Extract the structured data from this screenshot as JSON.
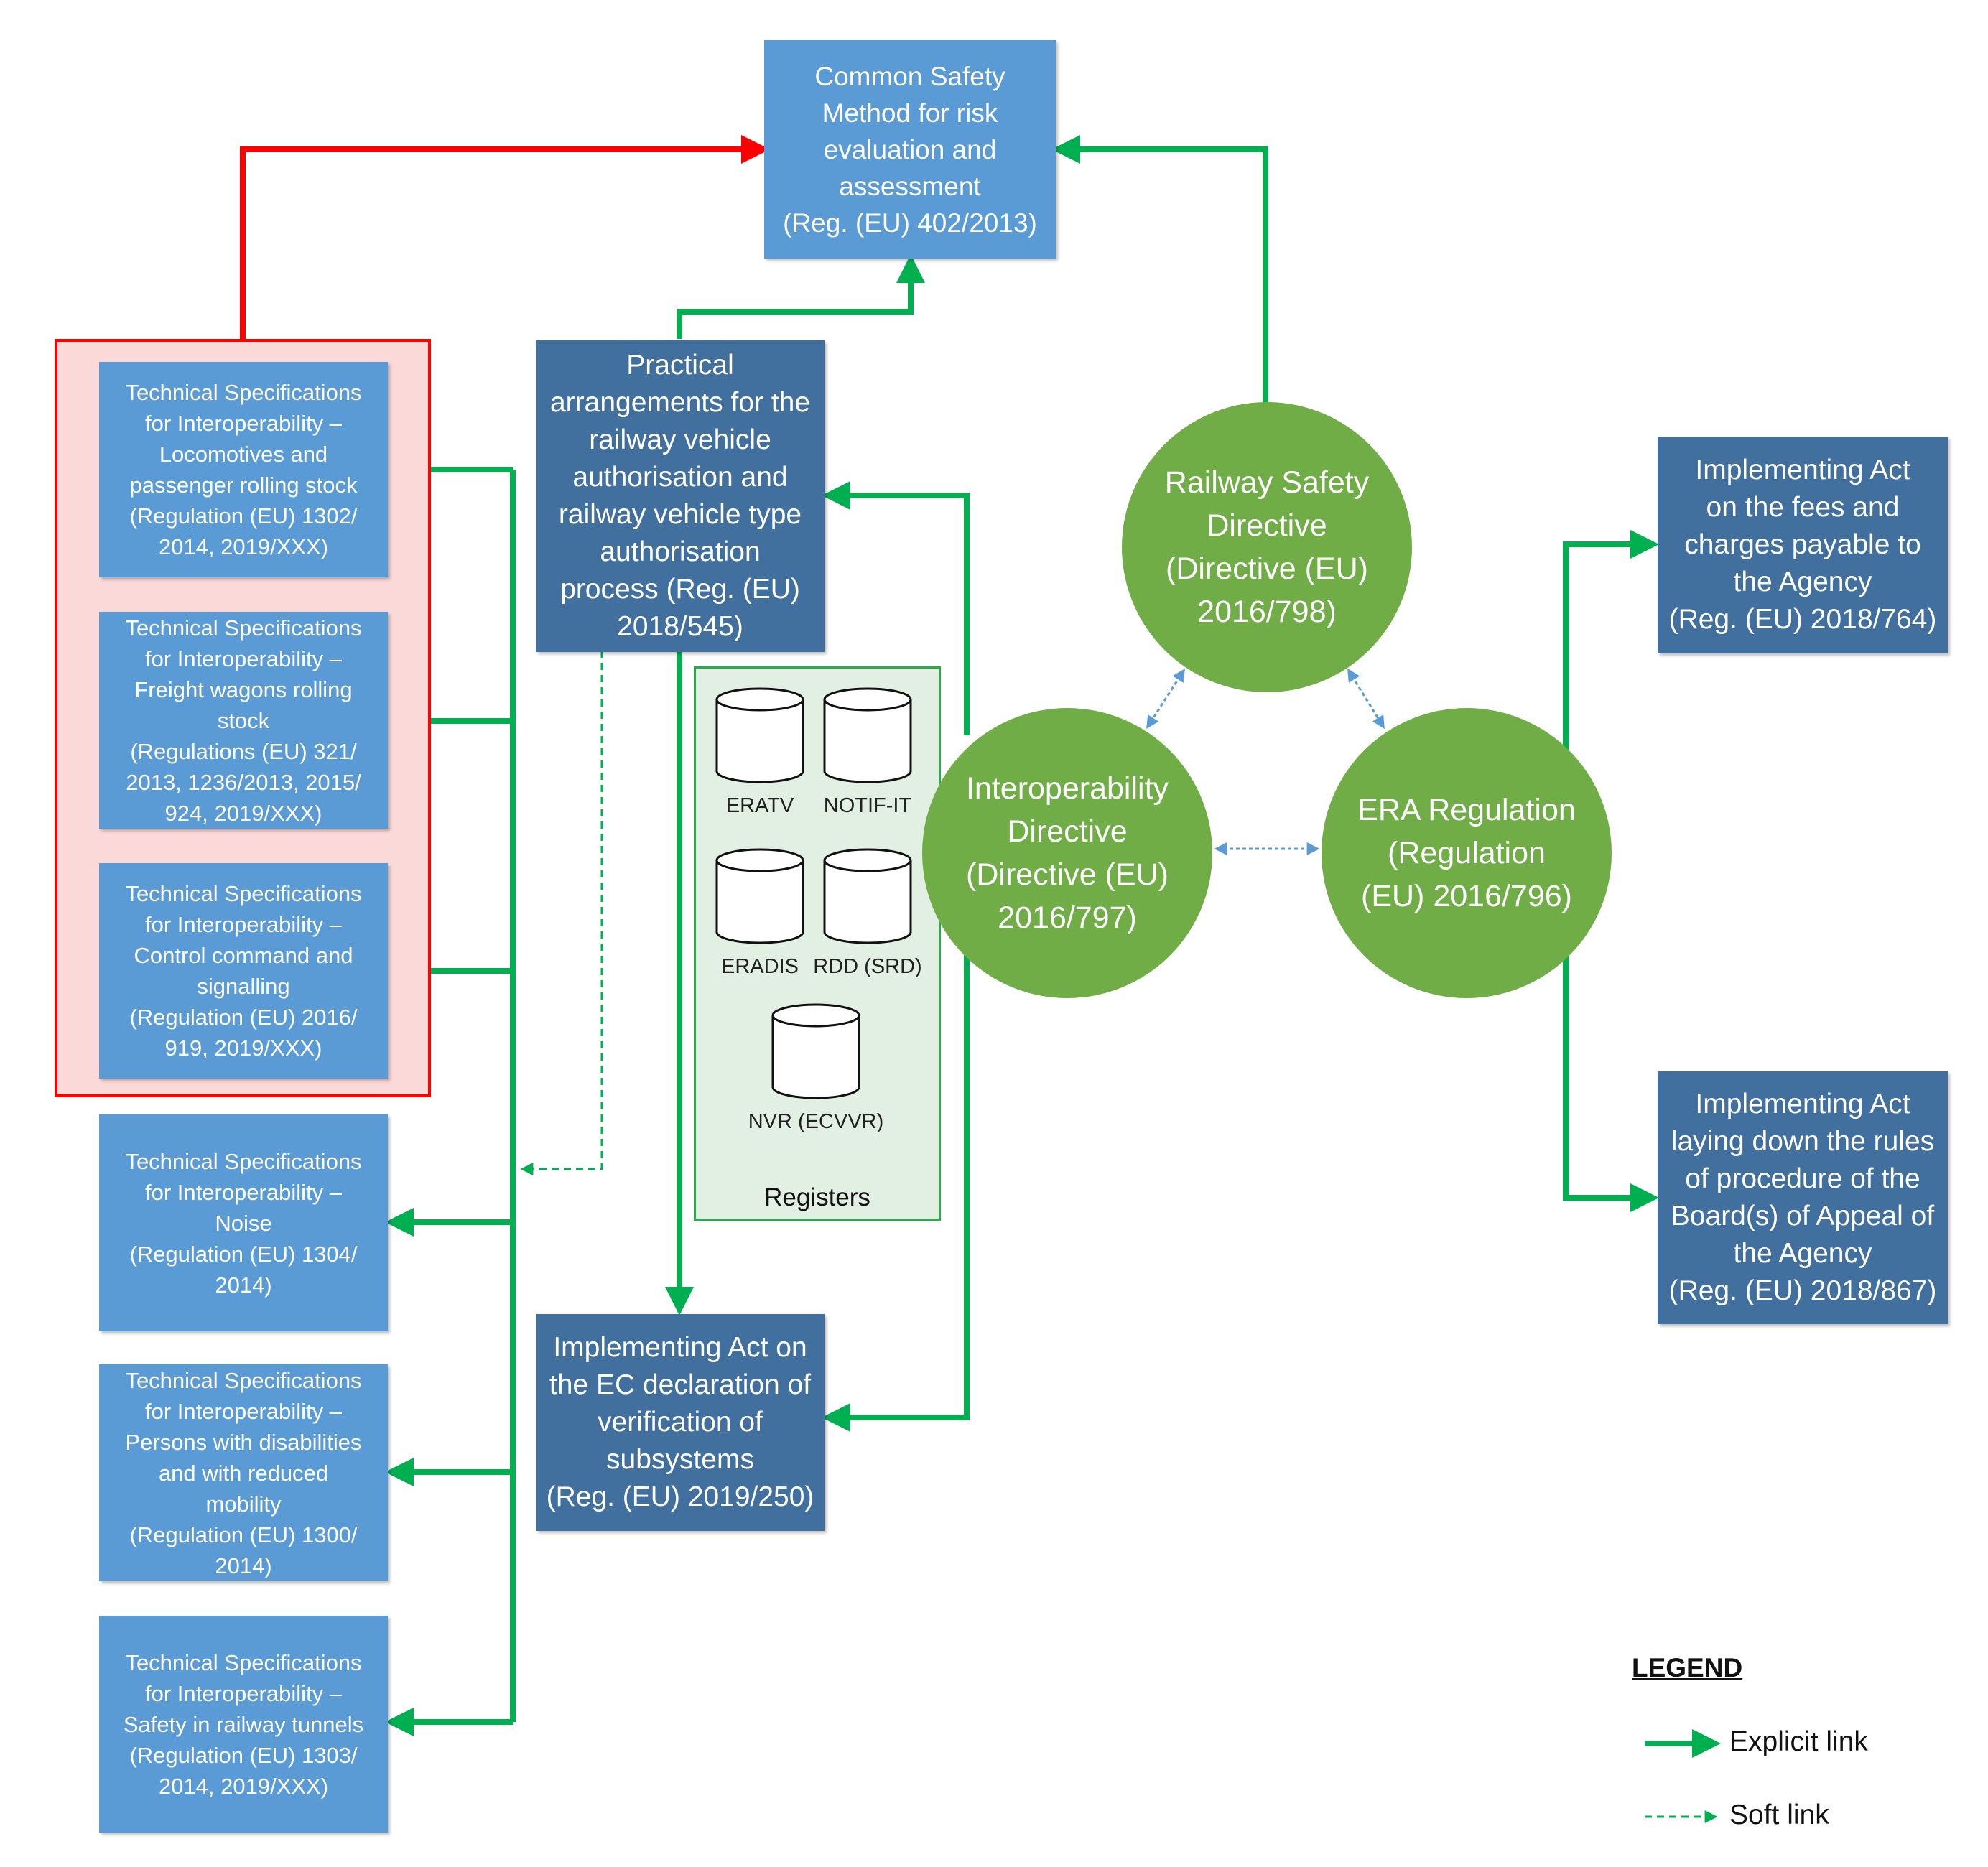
{
  "top": {
    "csm": "Common Safety\nMethod for risk\nevaluation and\nassessment\n(Reg. (EU) 402/2013)"
  },
  "tsi_group": [
    "Technical Specifications\nfor Interoperability –\nLocomotives and\npassenger rolling stock\n(Regulation (EU) 1302/\n2014, 2019/XXX)",
    "Technical Specifications\nfor Interoperability –\nFreight wagons rolling\nstock\n(Regulations (EU) 321/\n2013, 1236/2013, 2015/\n924, 2019/XXX)",
    "Technical Specifications\nfor Interoperability –\nControl command and\nsignalling\n(Regulation (EU) 2016/\n919, 2019/XXX)"
  ],
  "tsi_other": [
    "Technical Specifications\nfor Interoperability –\nNoise\n(Regulation (EU) 1304/\n2014)",
    "Technical Specifications\nfor Interoperability –\nPersons with disabilities\nand with reduced\nmobility\n(Regulation (EU) 1300/\n2014)",
    "Technical Specifications\nfor Interoperability –\nSafety in railway tunnels\n(Regulation (EU) 1303/\n2014, 2019/XXX)"
  ],
  "practical": "Practical\narrangements for the\nrailway vehicle\nauthorisation and\nrailway vehicle type\nauthorisation\nprocess (Reg. (EU)\n2018/545)",
  "ec_declaration": "Implementing Act on\nthe EC declaration of\nverification of\nsubsystems\n(Reg. (EU) 2019/250)",
  "registers": {
    "title": "Registers",
    "databases": [
      "ERATV",
      "NOTIF-IT",
      "ERADIS",
      "RDD (SRD)",
      "NVR (ECVVR)"
    ]
  },
  "circles": {
    "safety": "Railway Safety\nDirective\n(Directive (EU)\n2016/798)",
    "interop": "Interoperability\nDirective\n(Directive (EU)\n2016/797)",
    "era": "ERA Regulation\n(Regulation\n(EU) 2016/796)"
  },
  "right": {
    "fees": "Implementing Act\non the fees and\ncharges payable to\nthe Agency\n(Reg. (EU) 2018/764)",
    "appeal": "Implementing Act\nlaying down the rules\nof procedure of the\nBoard(s) of Appeal of\nthe Agency\n(Reg. (EU) 2018/867)"
  },
  "legend": {
    "title": "LEGEND",
    "explicit": "Explicit link",
    "soft": "Soft link"
  },
  "colors": {
    "light_box": "#5b9bd5",
    "dark_box": "#41709f",
    "circle": "#70ad47",
    "explicit_link": "#00b050",
    "red_link": "#ff0000",
    "soft_link": "#5b9bd5"
  }
}
